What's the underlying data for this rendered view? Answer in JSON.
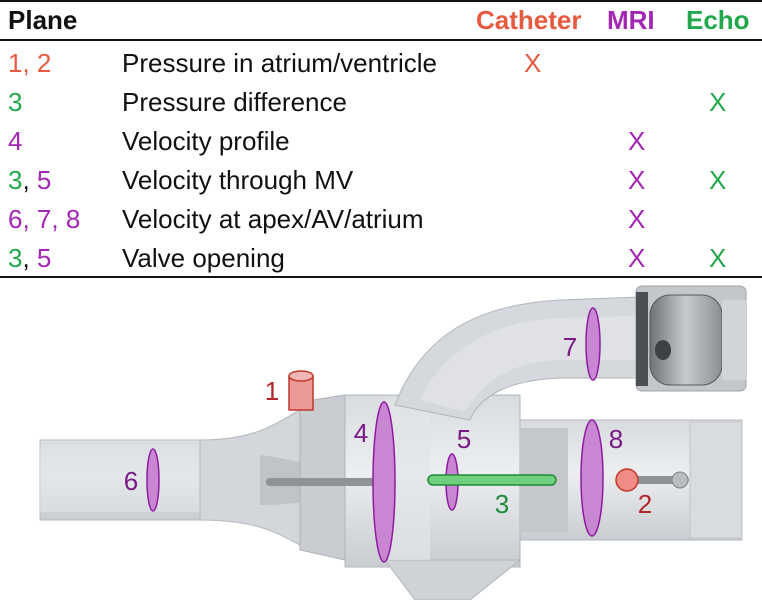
{
  "colors": {
    "catheter": "#e65a40",
    "mri": "#a426b4",
    "echo": "#21a84a",
    "ink": "#111111"
  },
  "header": {
    "plane": "Plane",
    "catheter": "Catheter",
    "mri": "MRI",
    "echo": "Echo"
  },
  "rows": [
    {
      "planes": [
        {
          "text": "1",
          "method": "catheter"
        },
        {
          "text": ", ",
          "method": "catheter"
        },
        {
          "text": "2",
          "method": "catheter"
        }
      ],
      "label": "Pressure in atrium/ventricle",
      "catheter": "X",
      "mri": "",
      "echo": ""
    },
    {
      "planes": [
        {
          "text": "3",
          "method": "echo"
        }
      ],
      "label": "Pressure difference",
      "catheter": "",
      "mri": "",
      "echo": "X"
    },
    {
      "planes": [
        {
          "text": "4",
          "method": "mri"
        }
      ],
      "label": "Velocity profile",
      "catheter": "",
      "mri": "X",
      "echo": ""
    },
    {
      "planes": [
        {
          "text": "3",
          "method": "echo"
        },
        {
          "text": ", ",
          "method": "ink"
        },
        {
          "text": "5",
          "method": "mri"
        }
      ],
      "label": "Velocity through MV",
      "catheter": "",
      "mri": "X",
      "echo": "X"
    },
    {
      "planes": [
        {
          "text": "6, 7, 8",
          "method": "mri"
        }
      ],
      "label": "Velocity at apex/AV/atrium",
      "catheter": "",
      "mri": "X",
      "echo": ""
    },
    {
      "planes": [
        {
          "text": "3",
          "method": "echo"
        },
        {
          "text": ", ",
          "method": "ink"
        },
        {
          "text": "5",
          "method": "mri"
        }
      ],
      "label": "Valve opening",
      "catheter": "",
      "mri": "X",
      "echo": "X"
    }
  ],
  "diagram": {
    "plane_labels": {
      "p1": "1",
      "p2": "2",
      "p3": "3",
      "p4": "4",
      "p5": "5",
      "p6": "6",
      "p7": "7",
      "p8": "8"
    }
  }
}
